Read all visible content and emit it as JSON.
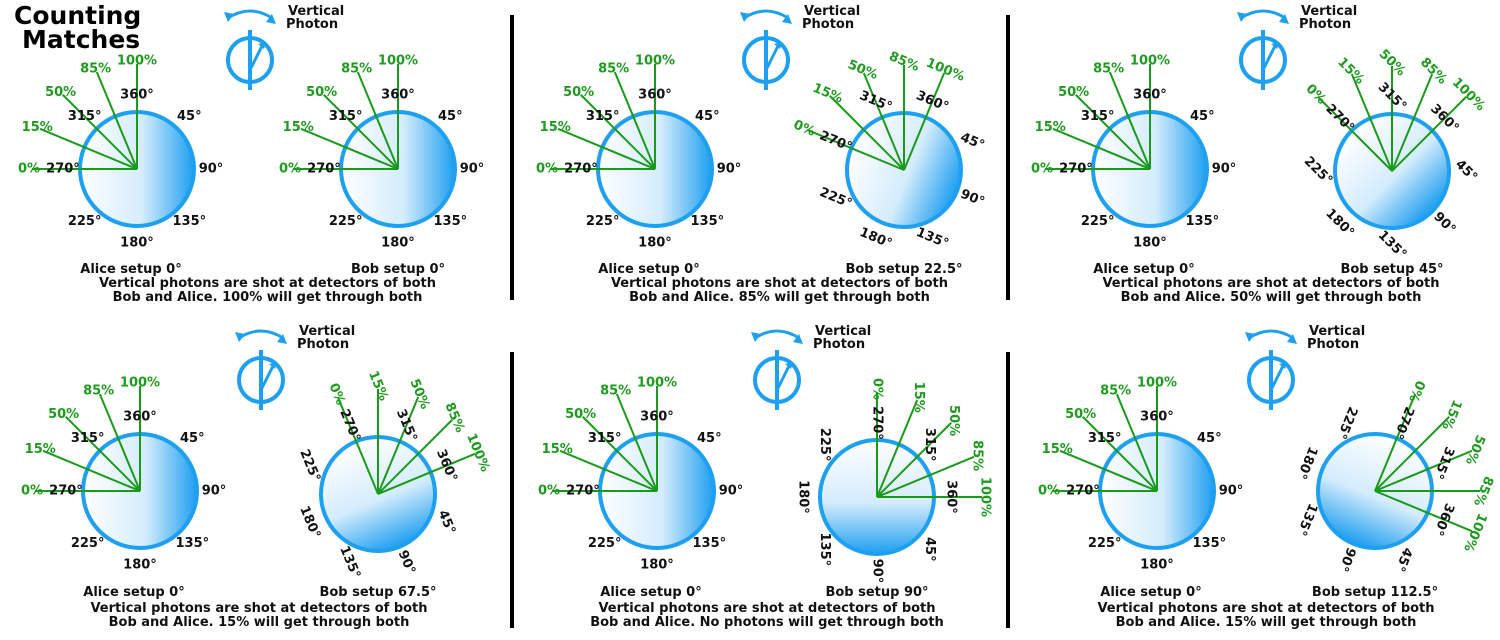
{
  "title_lines": [
    "Counting",
    "Matches"
  ],
  "photon_label": [
    "Vertical",
    "Photon"
  ],
  "colors": {
    "detector": "#1ea0f0",
    "ray": "#1a9a1a",
    "percent_text": "#1e9a1e",
    "degree_text": "#111111",
    "divider": "#000000"
  },
  "alice_tick_angles": [
    "360°",
    "45°",
    "90°",
    "135°",
    "180°",
    "225°",
    "270°",
    "315°"
  ],
  "percent_labels": [
    "100%",
    "85%",
    "50%",
    "15%",
    "0%"
  ],
  "panels": [
    {
      "alice_setup": "Alice setup 0°",
      "bob_setup": "Bob setup 0°",
      "bob_rotation": 0,
      "caption": [
        "Vertical photons are shot at detectors of both",
        "Bob and Alice. 100% will get through both"
      ]
    },
    {
      "alice_setup": "Alice setup 0°",
      "bob_setup": "Bob setup 22.5°",
      "bob_rotation": 22.5,
      "caption": [
        "Vertical photons are shot at detectors of both",
        "Bob and Alice. 85% will get through both"
      ]
    },
    {
      "alice_setup": "Alice setup 0°",
      "bob_setup": "Bob setup 45°",
      "bob_rotation": 45,
      "caption": [
        "Vertical photons are shot at detectors of both",
        "Bob and Alice. 50% will get through both"
      ]
    },
    {
      "alice_setup": "Alice setup 0°",
      "bob_setup": "Bob setup 67.5°",
      "bob_rotation": 67.5,
      "caption": [
        "Vertical photons are shot at detectors of both",
        "Bob and Alice. 15% will get through both"
      ]
    },
    {
      "alice_setup": "Alice setup 0°",
      "bob_setup": "Bob setup 90°",
      "bob_rotation": 90,
      "caption": [
        "Vertical photons are shot at detectors of both",
        "Bob and Alice. No photons will get through both"
      ]
    },
    {
      "alice_setup": "Alice setup 0°",
      "bob_setup": "Bob setup 112.5°",
      "bob_rotation": 112.5,
      "caption": [
        "Vertical photons are shot at detectors of both",
        "Bob and Alice. 15% will get through both"
      ]
    }
  ]
}
